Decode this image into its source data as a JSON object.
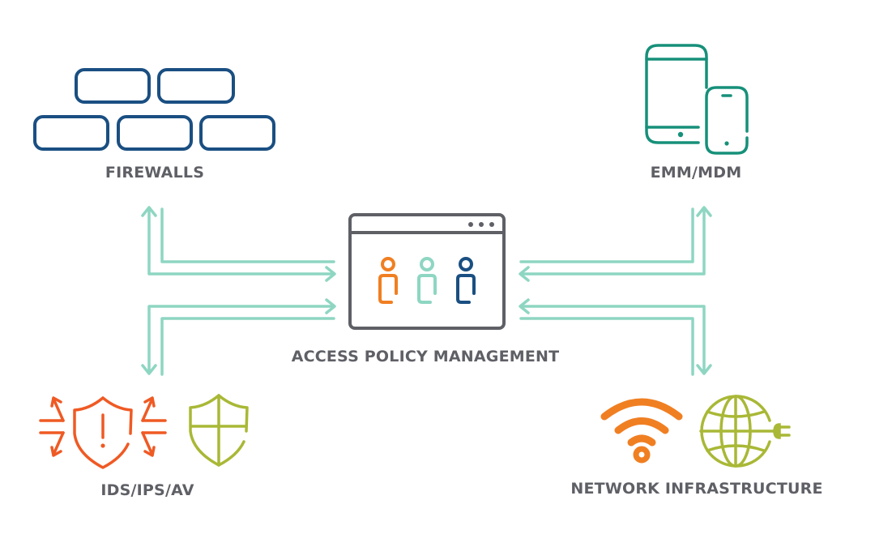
{
  "colors": {
    "firewall": "#1a4f82",
    "device": "#17907a",
    "connector": "#8ed6c2",
    "window": "#5f6066",
    "person_orange": "#f07f22",
    "person_teal": "#8ed6c2",
    "person_navy": "#1a4f82",
    "alert": "#ef5a24",
    "shield": "#a9b836",
    "wifi": "#f07f22",
    "globe": "#a9b836",
    "label_text": "#5f6066"
  },
  "nodes": {
    "firewalls": {
      "label": "FIREWALLS",
      "icon": "brick-wall-icon"
    },
    "emm_mdm": {
      "label": "EMM/MDM",
      "icon": "tablet-and-phone-icon"
    },
    "access_policy": {
      "label": "ACCESS POLICY MANAGEMENT",
      "icon": "browser-window-users-icon"
    },
    "ids_ips_av": {
      "label": "IDS/IPS/AV",
      "icons": [
        "alert-shield-icon",
        "cross-shield-icon"
      ]
    },
    "network_infrastructure": {
      "label": "NETWORK INFRASTRUCTURE",
      "icons": [
        "wifi-icon",
        "plugged-globe-icon"
      ]
    }
  },
  "connections": [
    {
      "from": "access_policy",
      "to": "firewalls",
      "direction": "bidirectional"
    },
    {
      "from": "access_policy",
      "to": "emm_mdm",
      "direction": "bidirectional"
    },
    {
      "from": "access_policy",
      "to": "ids_ips_av",
      "direction": "bidirectional"
    },
    {
      "from": "access_policy",
      "to": "network_infrastructure",
      "direction": "bidirectional"
    }
  ]
}
